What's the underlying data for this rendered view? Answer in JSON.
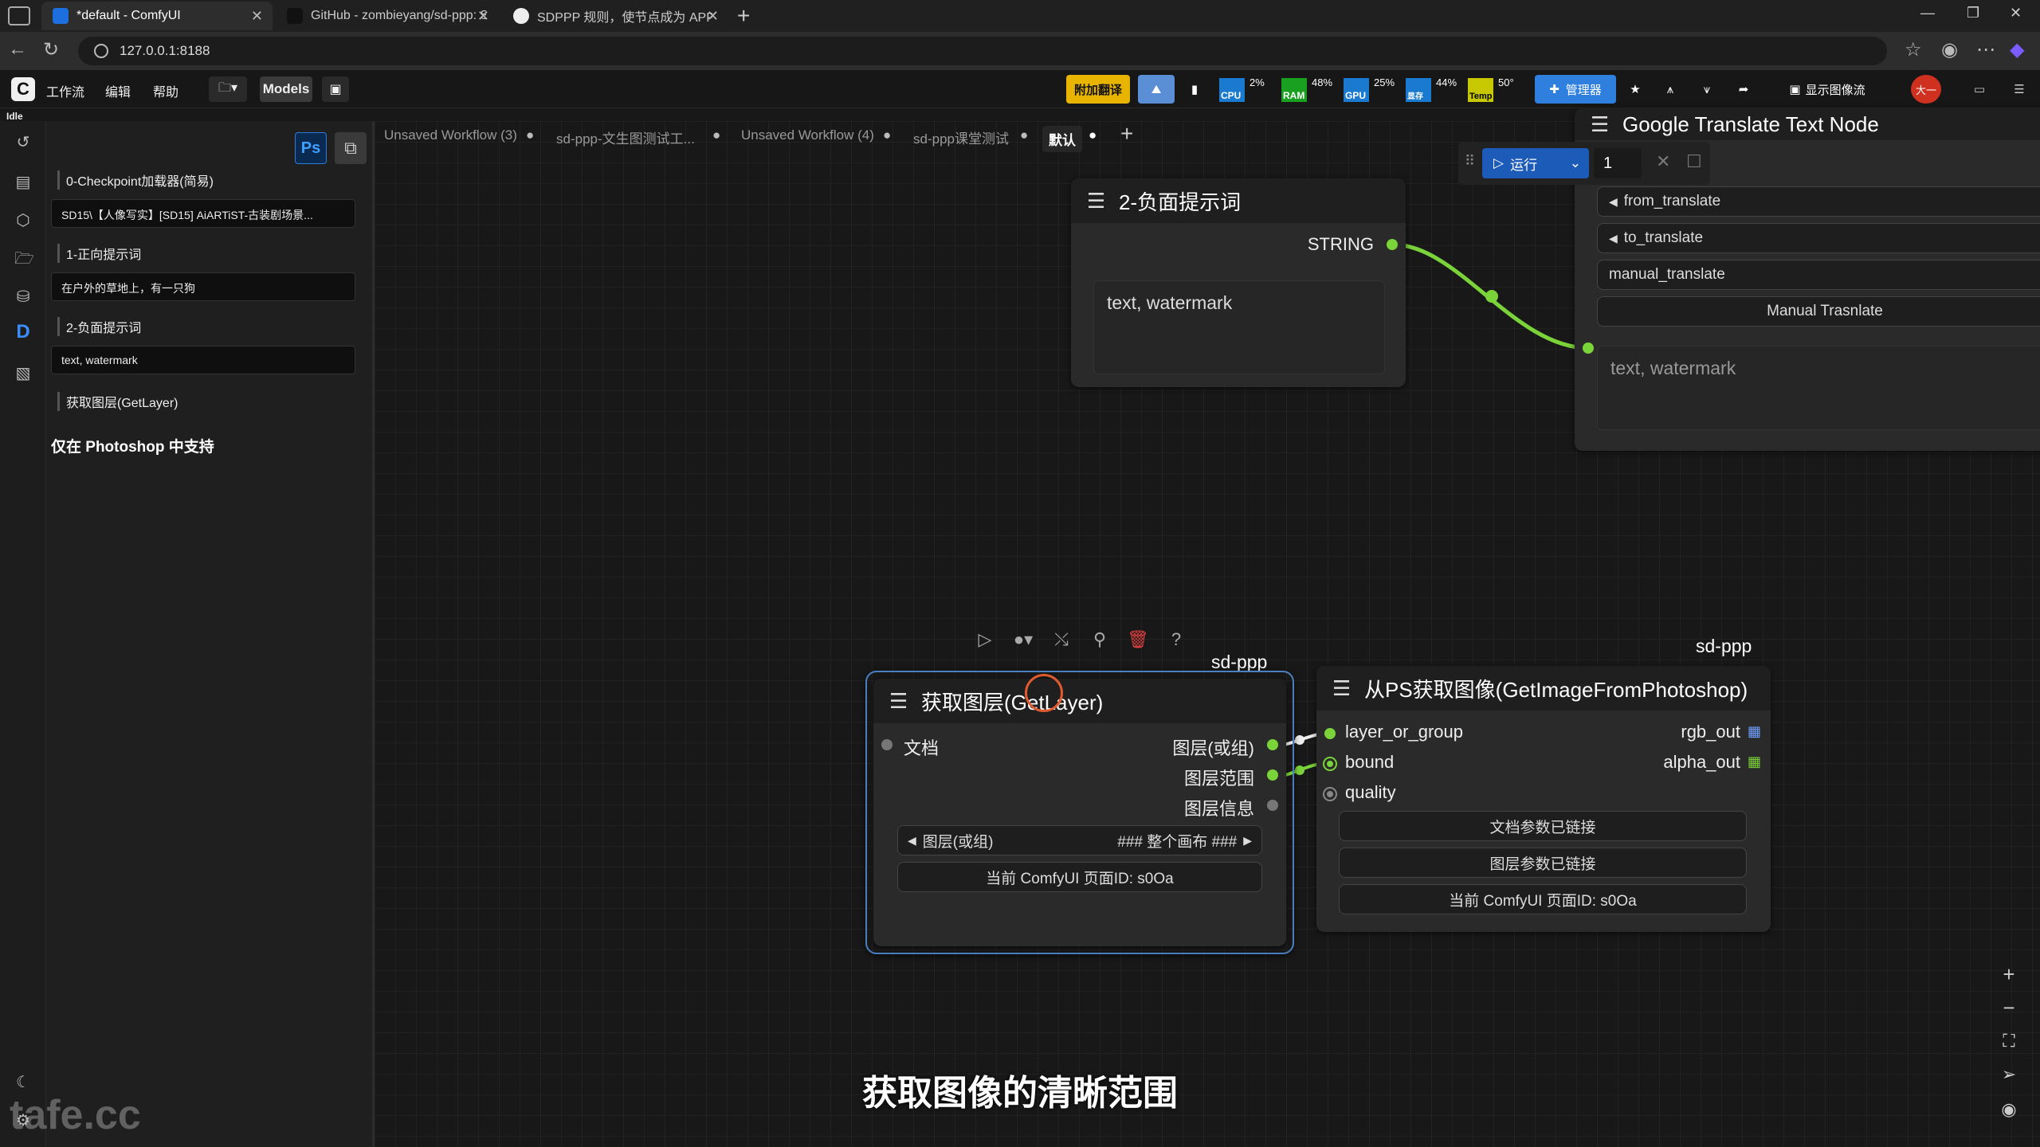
{
  "browser": {
    "tabs": [
      {
        "title": "*default - ComfyUI",
        "active": true
      },
      {
        "title": "GitHub - zombieyang/sd-ppp: Si...",
        "active": false
      },
      {
        "title": "SDPPP 规则，使节点成为 APP 帮...",
        "active": false
      }
    ],
    "url": "127.0.0.1:8188"
  },
  "menubar": {
    "items": [
      "工作流",
      "编辑",
      "帮助"
    ],
    "models_label": "Models",
    "status": "Idle",
    "translate_label": "附加翻译",
    "manager_label": "管理器",
    "show_image_label": "显示图像流",
    "avatar_label": "大一",
    "meters": [
      {
        "label": "CPU",
        "value": "2%",
        "color": "#1a7ad0"
      },
      {
        "label": "RAM",
        "value": "48%",
        "color": "#1aa020"
      },
      {
        "label": "GPU",
        "value": "25%",
        "color": "#1a7ad0"
      },
      {
        "label": "显存",
        "value": "44%",
        "color": "#1a7ad0"
      },
      {
        "label": "Temp",
        "value": "50°",
        "color": "#c8c800"
      }
    ]
  },
  "panel": {
    "ps_label": "Ps",
    "fields": [
      {
        "label": "0-Checkpoint加载器(简易)",
        "value": "SD15\\【人像写实】[SD15] AiARTiST-古装剧场景..."
      },
      {
        "label": "1-正向提示词",
        "value": "在户外的草地上，有一只狗"
      },
      {
        "label": "2-负面提示词",
        "value": "text, watermark"
      }
    ],
    "getlayer_label": "获取图层(GetLayer)",
    "only_ps": "仅在 Photoshop 中支持"
  },
  "workflow_tabs": [
    "Unsaved Workflow (3)",
    "sd-ppp-文生图测试工...",
    "Unsaved Workflow (4)",
    "sd-ppp课堂测试",
    "默认"
  ],
  "run": {
    "label": "运行",
    "count": "1"
  },
  "nodes": {
    "neg_prompt": {
      "title": "2-负面提示词",
      "output": "STRING",
      "text": "text, watermark"
    },
    "translate": {
      "title": "Google Translate Text Node",
      "from": "from_translate",
      "to": "to_translate",
      "manual": "manual_translate",
      "button": "Manual Trasnlate",
      "text": "text, watermark"
    },
    "getlayer": {
      "tag": "sd-ppp",
      "title": "获取图层(GetLayer)",
      "input": "文档",
      "outputs": [
        "图层(或组)",
        "图层范围",
        "图层信息"
      ],
      "combo_label": "图层(或组)",
      "combo_value": "### 整个画布 ###",
      "page_id": "当前 ComfyUI 页面ID: s0Oa"
    },
    "getimage": {
      "tag": "sd-ppp",
      "title": "从PS获取图像(GetImageFromPhotoshop)",
      "inputs": [
        "layer_or_group",
        "bound",
        "quality"
      ],
      "outputs": [
        "rgb_out",
        "alpha_out"
      ],
      "btn_doc": "文档参数已链接",
      "btn_layer": "图层参数已链接",
      "page_id": "当前 ComfyUI 页面ID: s0Oa"
    }
  },
  "subtitle": "获取图像的清晰范围",
  "watermark": "tafe.cc"
}
